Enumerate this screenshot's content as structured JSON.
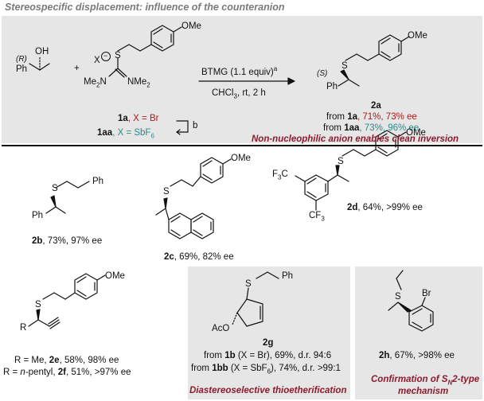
{
  "heading": "Stereospecific displacement: influence of the counteranion",
  "colors": {
    "accent_red": "#a61c1c",
    "accent_teal": "#2a8a8a",
    "accent_maroon": "#8e1b2d",
    "panel_gray": "#e6e6e6"
  },
  "reaction": {
    "alcohol_config": "(R)",
    "alcohol_oh": "OH",
    "alcohol_ph": "Ph",
    "plus": "+",
    "anion": "X",
    "reagent_s": "S",
    "reagent_nme2_left": "Me2N",
    "reagent_nme2_right": "NMe2",
    "reagent_ome": "OMe",
    "reagent_1a_id": "1a",
    "reagent_1a_rest": ", X = Br",
    "reagent_1aa_id": "1aa",
    "reagent_1aa_rest": ", X = SbF6",
    "exchange_label": "b",
    "conditions_top": "BTMG (1.1 equiv)a",
    "conditions_bottom": "CHCl3, rt, 2 h",
    "product_config": "(S)",
    "product_s": "S",
    "product_ph": "Ph",
    "product_ome": "OMe",
    "product_id": "2a",
    "from_1a_prefix": "from ",
    "from_1a_id": "1a",
    "from_1a_result": ", 71%, 73% ee",
    "from_1aa_prefix": "from ",
    "from_1aa_id": "1aa",
    "from_1aa_result": ", 73%, 96% ee",
    "conclusion": "Non-nucleophilic anion enables clean inversion"
  },
  "products": {
    "2b": {
      "id": "2b",
      "result": ", 73%, 97% ee",
      "s": "S",
      "ph": "Ph",
      "ph2": "Ph"
    },
    "2c": {
      "id": "2c",
      "result": ", 69%, 82% ee",
      "s": "S",
      "ome": "OMe"
    },
    "2d": {
      "id": "2d",
      "result": ", 64%, >99% ee",
      "s": "S",
      "ome": "OMe",
      "cf3_left": "F3C",
      "cf3_bottom": "CF3"
    },
    "2e2f": {
      "s": "S",
      "r": "R",
      "ome": "OMe",
      "line1_prefix": "R = Me, ",
      "line1_id": "2e",
      "line1_result": ", 58%, 98% ee",
      "line2_prefix": "R = n-pentyl, ",
      "line2_id": "2f",
      "line2_result": ", 51%, >97% ee"
    },
    "2g": {
      "id": "2g",
      "s": "S",
      "ph": "Ph",
      "aco": "AcO",
      "line1_prefix": "from ",
      "line1_id": "1b",
      "line1_rest": " (X = Br), 69%, d.r. 94:6",
      "line2_prefix": "from ",
      "line2_id": "1bb",
      "line2_rest": " (X = SbF6), 74%, d.r. >99:1",
      "caption": "Diastereoselective thioetherification"
    },
    "2h": {
      "id": "2h",
      "result": ", 67%, >98% ee",
      "s": "S",
      "br": "Br",
      "caption_line1": "Confirmation of SN2-type",
      "caption_line2": "mechanism"
    }
  }
}
